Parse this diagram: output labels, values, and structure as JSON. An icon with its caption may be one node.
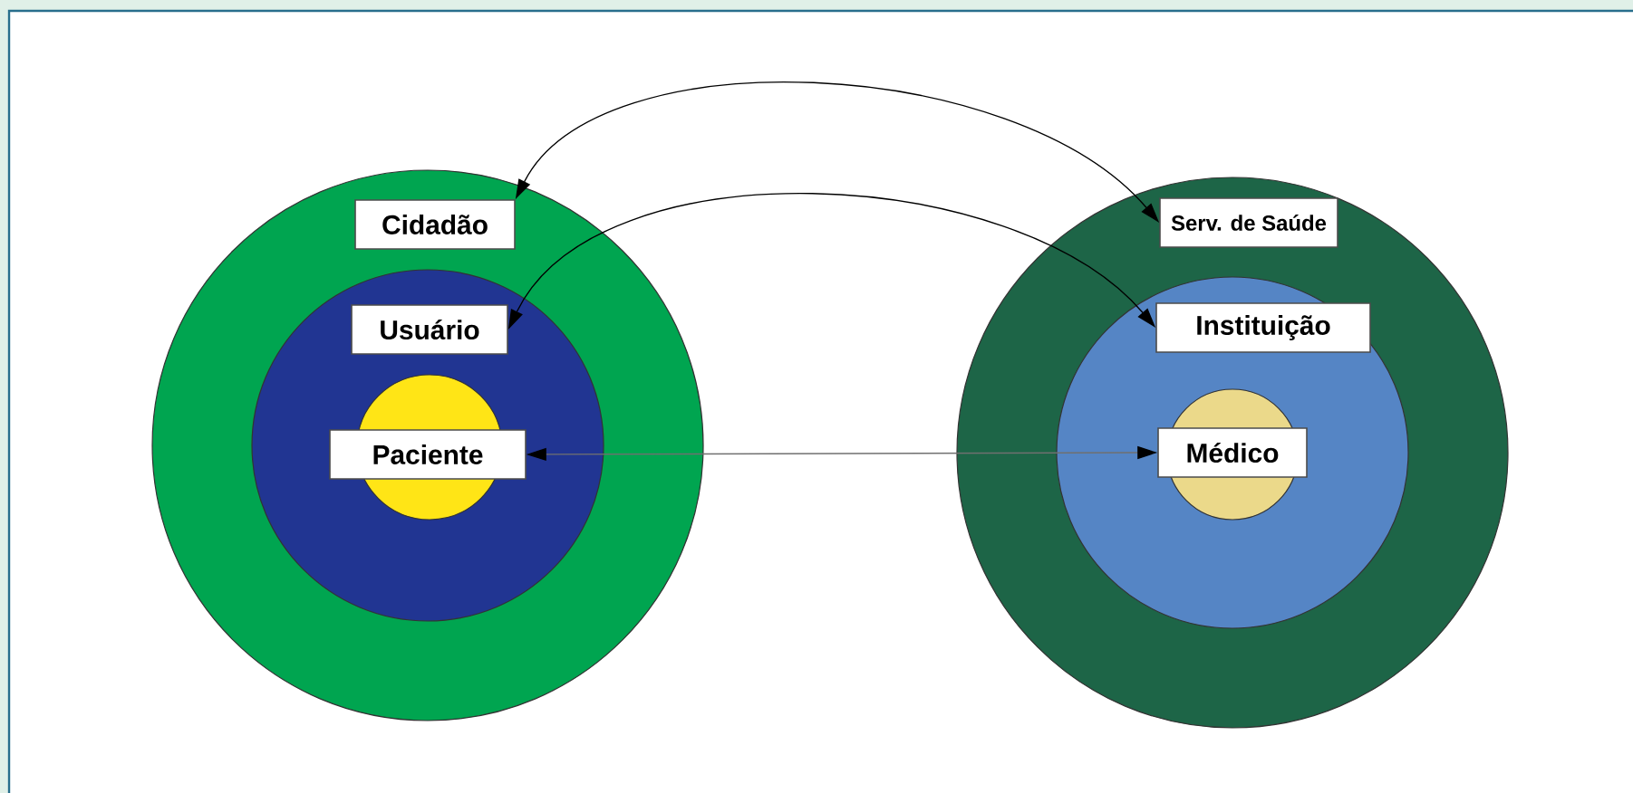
{
  "diagram": {
    "nodes": [
      {
        "text": [],
        "shape": "circle"
      },
      {
        "text": [
          "Cidadão"
        ],
        "in": 0
      },
      {
        "text": [],
        "shape": "circle",
        "in": 0
      },
      {
        "text": [
          "Usuário"
        ],
        "in": 2
      },
      {
        "text": [],
        "shape": "circle",
        "in": 2
      },
      {
        "text": [
          "Paciente"
        ],
        "in": 2
      },
      {
        "text": [],
        "shape": "circle"
      },
      {
        "text": [
          "Serv. de Saúde"
        ],
        "in": 6
      },
      {
        "text": [],
        "shape": "circle",
        "in": 6
      },
      {
        "text": [
          "Instituição"
        ],
        "in": 8
      },
      {
        "text": [],
        "shape": "circle",
        "in": 8
      },
      {
        "text": [
          "Médico"
        ],
        "in": 8
      }
    ],
    "edges": [
      {
        "from": 1,
        "to": 7,
        "arrow": "both"
      },
      {
        "from": 3,
        "to": 9,
        "arrow": "both"
      },
      {
        "from": 5,
        "to": 11,
        "arrow": "both",
        "color": "#707070"
      }
    ]
  }
}
